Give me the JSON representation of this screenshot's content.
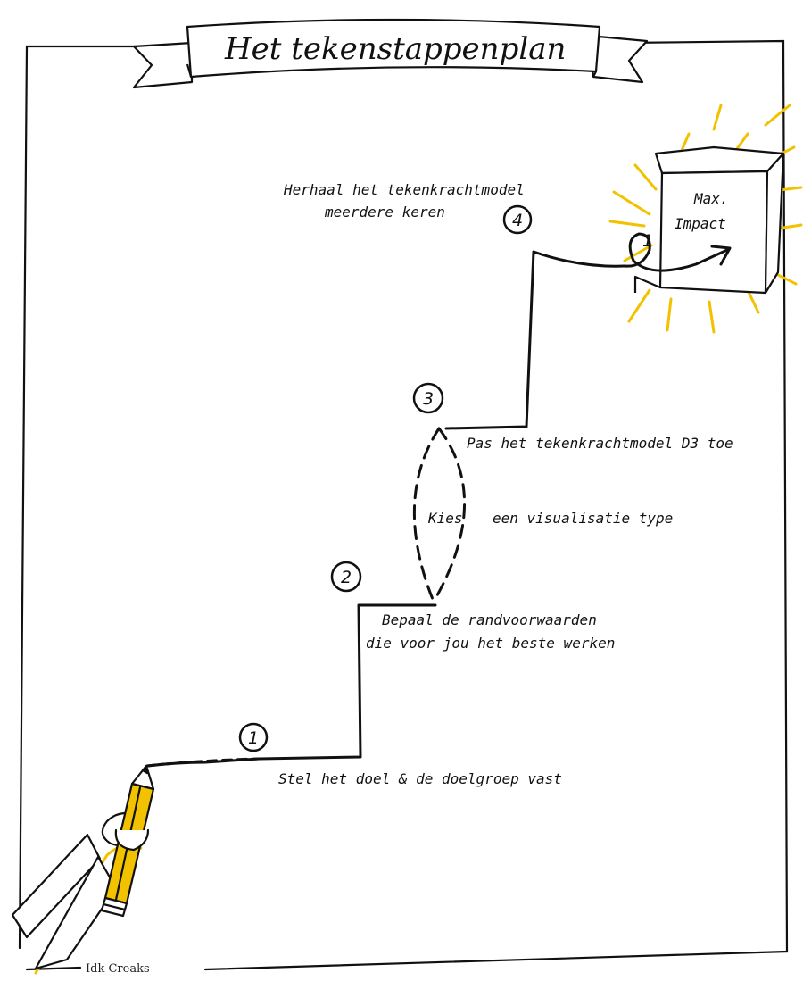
{
  "title": "Het tekenstappenplan",
  "goal": {
    "line1": "Max.",
    "line2": "Impact",
    "marker": "1"
  },
  "steps": [
    {
      "number": "1",
      "lines": [
        "Stel het doel & de doelgroep vast"
      ]
    },
    {
      "number": "2",
      "lines": [
        "Bepaal de randvoorwaarden",
        "die voor jou het beste werken"
      ]
    },
    {
      "number": "3",
      "lines": [
        "Pas het tekenkrachtmodel D3 toe"
      ]
    },
    {
      "number": "4",
      "lines": [
        "Herhaal het tekenkrachtmodel",
        "meerdere keren"
      ]
    }
  ],
  "choice": {
    "left": "Kies",
    "right": "een visualisatie type"
  },
  "signature": "Idk Creaks",
  "colors": {
    "ink": "#111111",
    "accent": "#f2c200",
    "pencil": "#f2c200"
  }
}
